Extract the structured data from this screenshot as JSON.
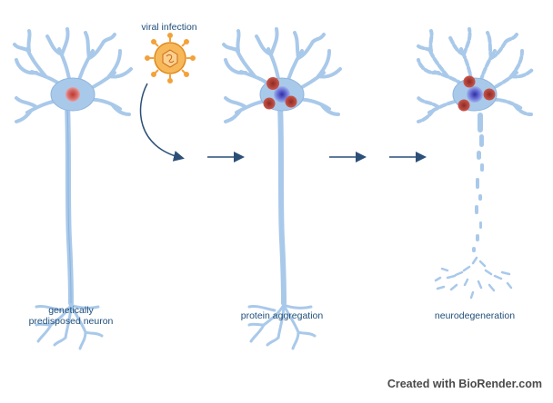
{
  "labels": {
    "viral_infection": "viral infection",
    "stage1_line1": "genetically",
    "stage1_line2": "predisposed neuron",
    "stage2": "protein aggregation",
    "stage3": "neurodegeneration"
  },
  "credit": "Created with BioRender.com",
  "colors": {
    "neuron_fill": "#a9c9ea",
    "neuron_stroke": "#6e9fd1",
    "nucleus_healthy": "#d46a6a",
    "nucleus_blue": "#4a4fc4",
    "aggregate": "#b9413a",
    "virus": "#f2a23a",
    "arrow": "#2c4f78",
    "label": "#1f4e79"
  },
  "icons": {
    "virus": "virus-icon",
    "arrow": "arrow-right-icon"
  }
}
